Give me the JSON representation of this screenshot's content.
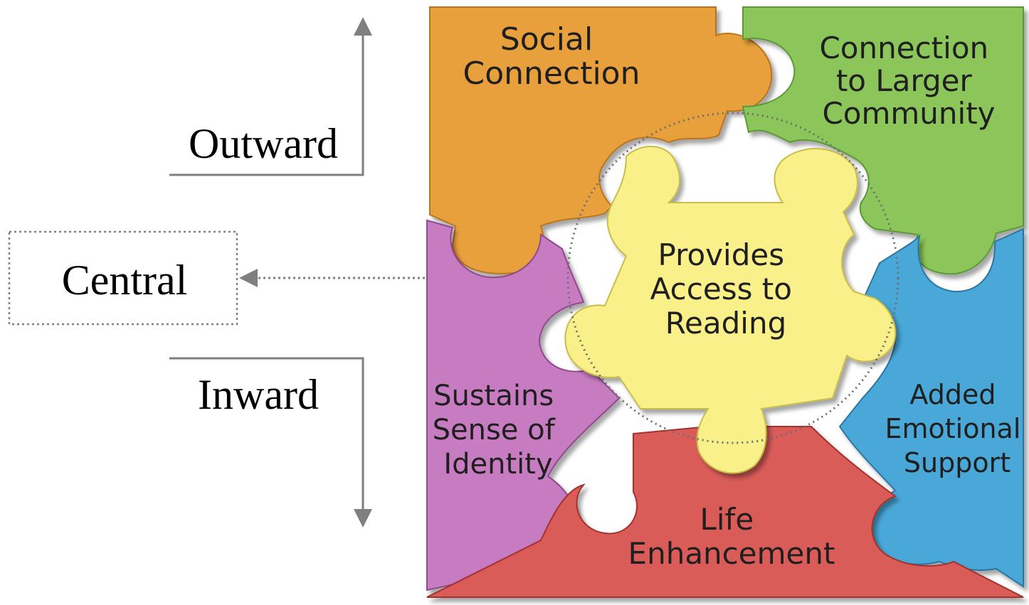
{
  "side_labels": {
    "outward": "Outward",
    "central": "Central",
    "inward": "Inward"
  },
  "pieces": {
    "social": {
      "lines": [
        "Social",
        "Connection"
      ],
      "color": "#E8A03C"
    },
    "community": {
      "lines": [
        "Connection",
        "to Larger",
        "Community"
      ],
      "color": "#8CC65A"
    },
    "identity": {
      "lines": [
        "Sustains",
        "Sense of",
        "Identity"
      ],
      "color": "#C77CC2"
    },
    "emotional": {
      "lines": [
        "Added",
        "Emotional",
        "Support"
      ],
      "color": "#4AA8D8"
    },
    "life": {
      "lines": [
        "Life",
        "Enhancement"
      ],
      "color": "#D95C58"
    },
    "center": {
      "lines": [
        "Provides",
        "Access to",
        "Reading"
      ],
      "color": "#F9F08A"
    }
  },
  "colors": {
    "arrow": "#7F7F7F",
    "dotted": "#808080",
    "text": "#1f1f1f"
  }
}
